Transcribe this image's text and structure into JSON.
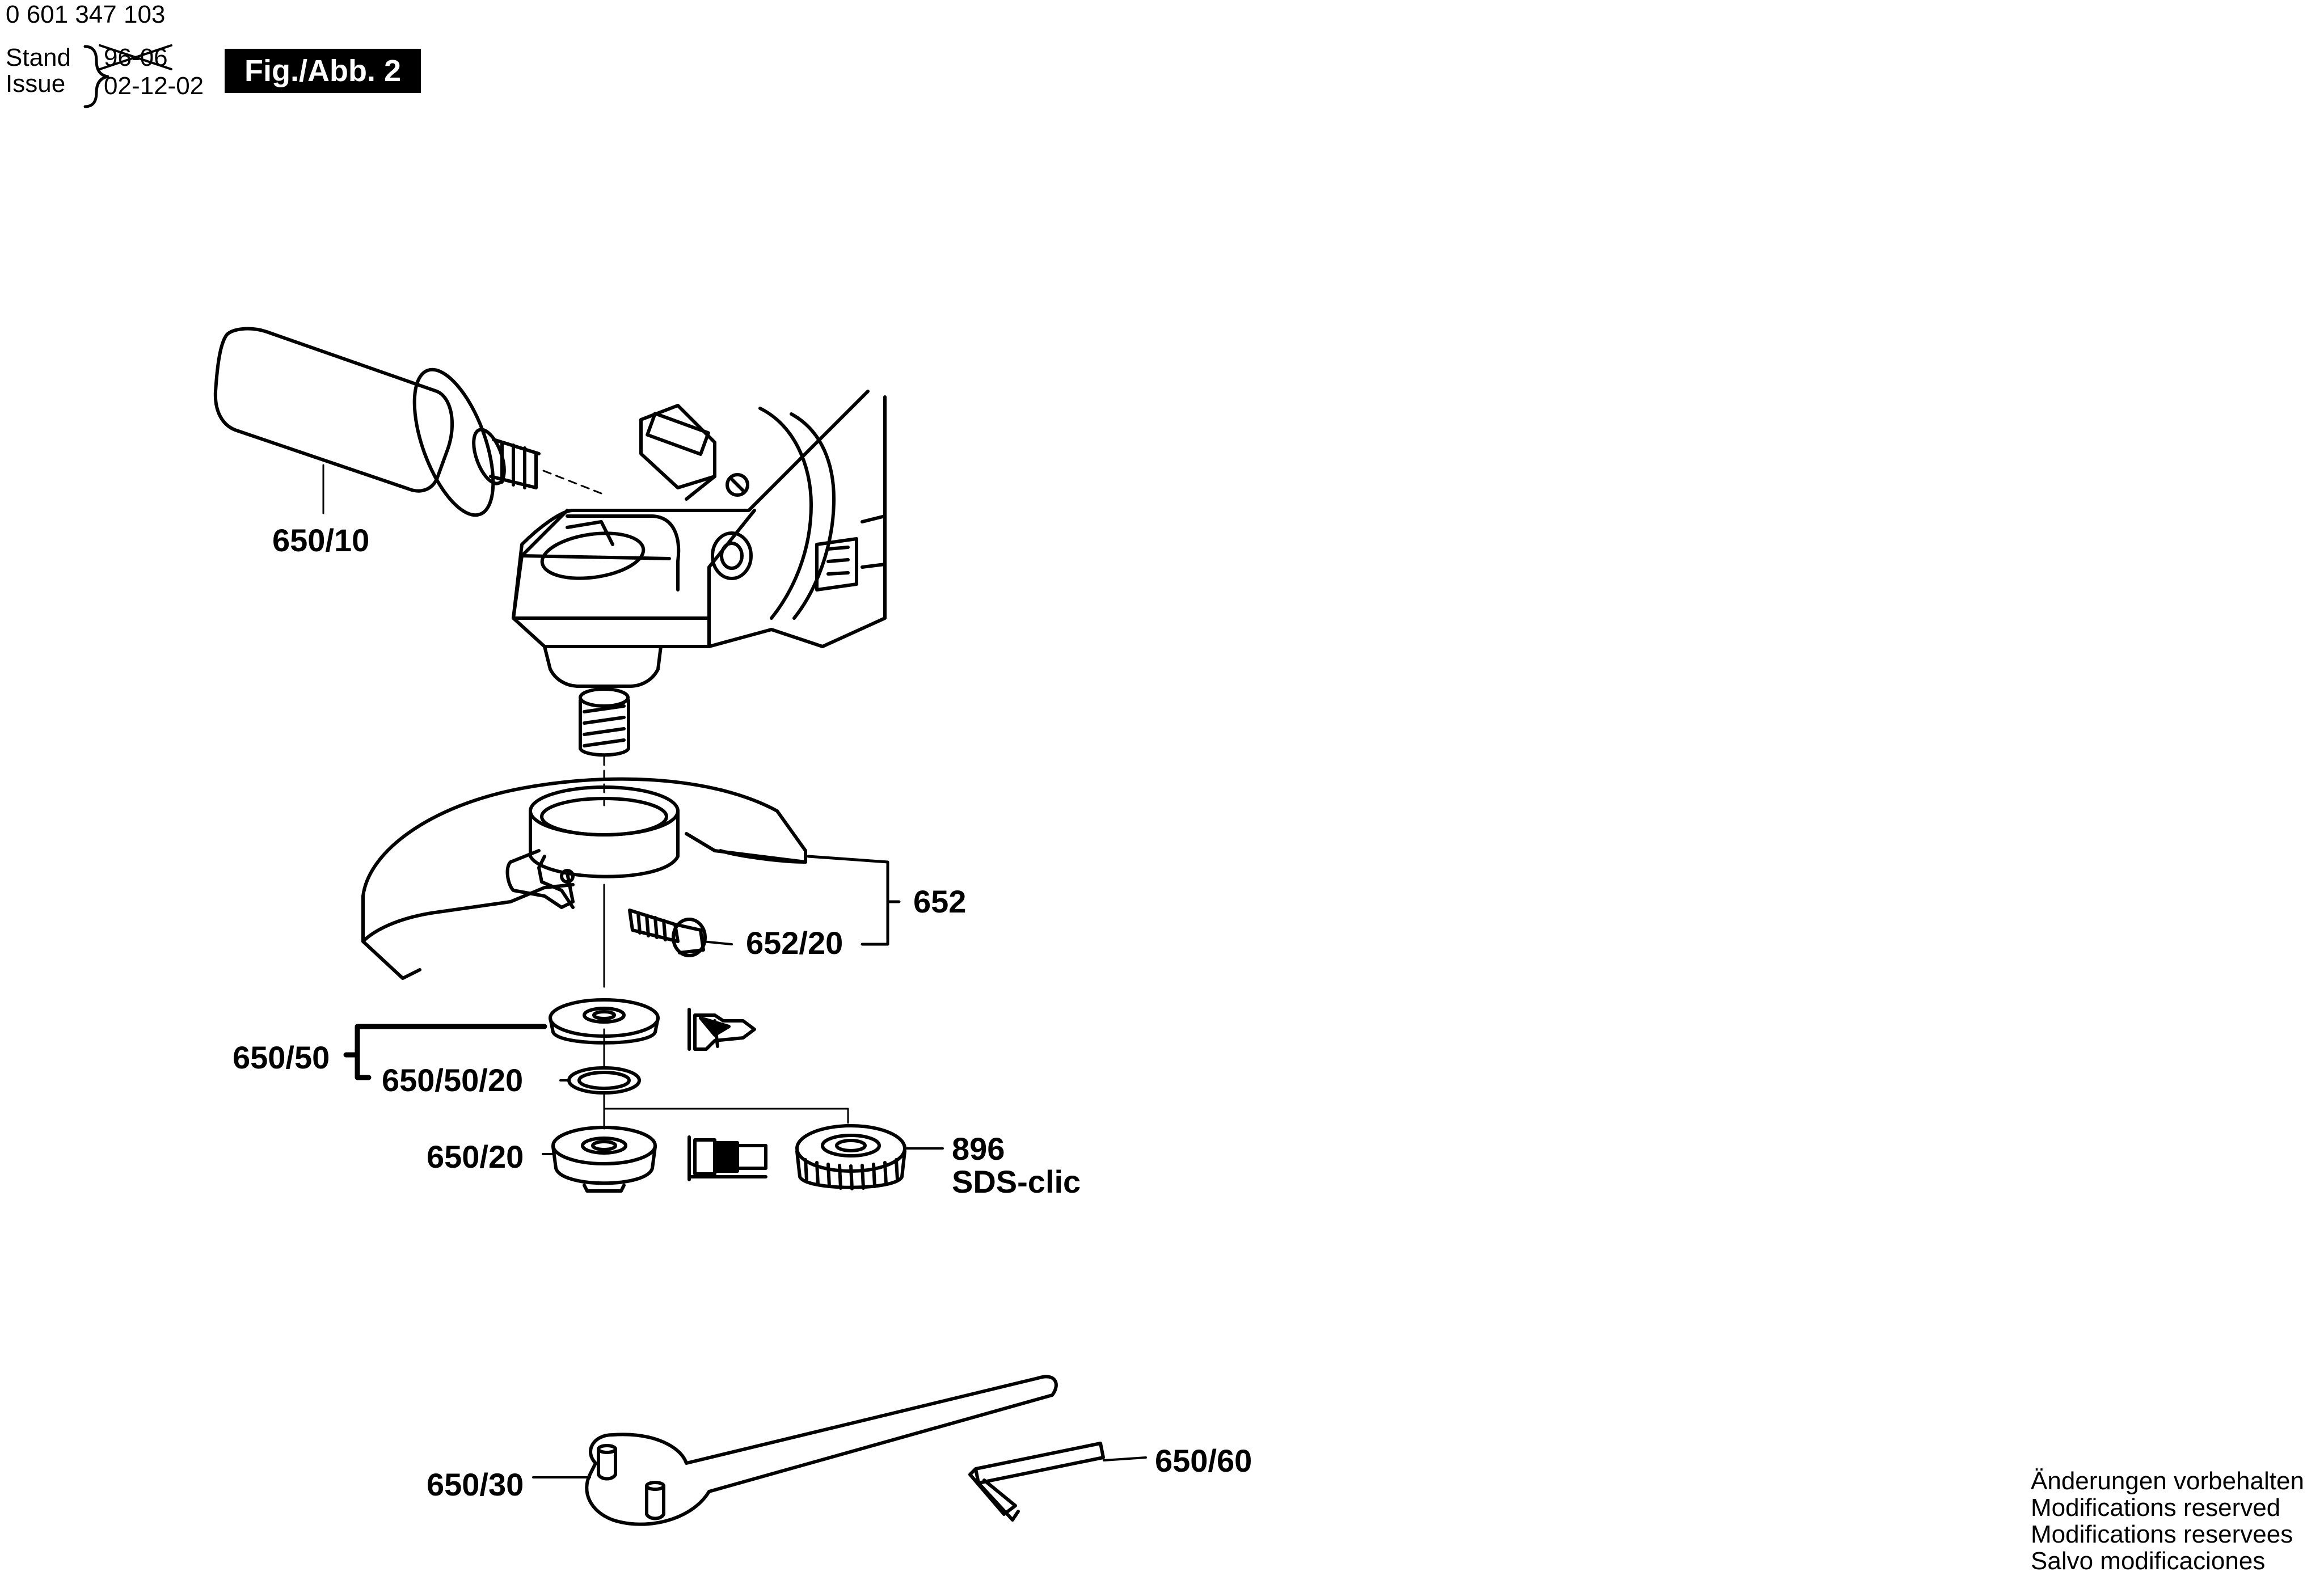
{
  "header": {
    "part_number": "0 601 347 103",
    "stand_label": "Stand",
    "issue_label": "Issue",
    "old_date": "96-06",
    "new_date": "02-12-02",
    "figure_label": "Fig./Abb. 2"
  },
  "labels": {
    "side_handle": "650/10",
    "guard": "652",
    "guard_screw": "652/20",
    "flange_assembly": "650/50",
    "o_ring": "650/50/20",
    "clamping_nut": "650/20",
    "quick_nut_number": "896",
    "quick_nut_name": "SDS-clic",
    "pin_spanner": "650/30",
    "hex_key": "650/60"
  },
  "notes": [
    "Änderungen vorbehalten",
    "Modifications reserved",
    "Modifications reservees",
    "Salvo modificaciones"
  ]
}
